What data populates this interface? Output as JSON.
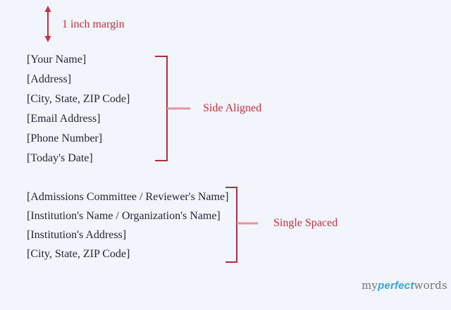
{
  "colors": {
    "bg": "#f2f6fc",
    "text": "#232631",
    "red": "#c62f3e",
    "bracket": "#aa3140",
    "connector": "#e0949c",
    "logo-gray": "#73747e",
    "logo-blue": "#39a1e0"
  },
  "margin_note": {
    "label": "1 inch margin"
  },
  "sender_block": {
    "lines": [
      "[Your Name]",
      "[Address]",
      "[City, State, ZIP Code]",
      "[Email Address]",
      "[Phone Number]",
      "[Today's Date]"
    ],
    "annotation": "Side Aligned"
  },
  "recipient_block": {
    "lines": [
      "[Admissions Committee / Reviewer's Name]",
      "[Institution's Name / Organization's Name]",
      "[Institution's Address]",
      "[City, State, ZIP Code]"
    ],
    "annotation": "Single Spaced"
  },
  "logo": {
    "part1": "my",
    "part2": "perfect",
    "part3": "words"
  }
}
